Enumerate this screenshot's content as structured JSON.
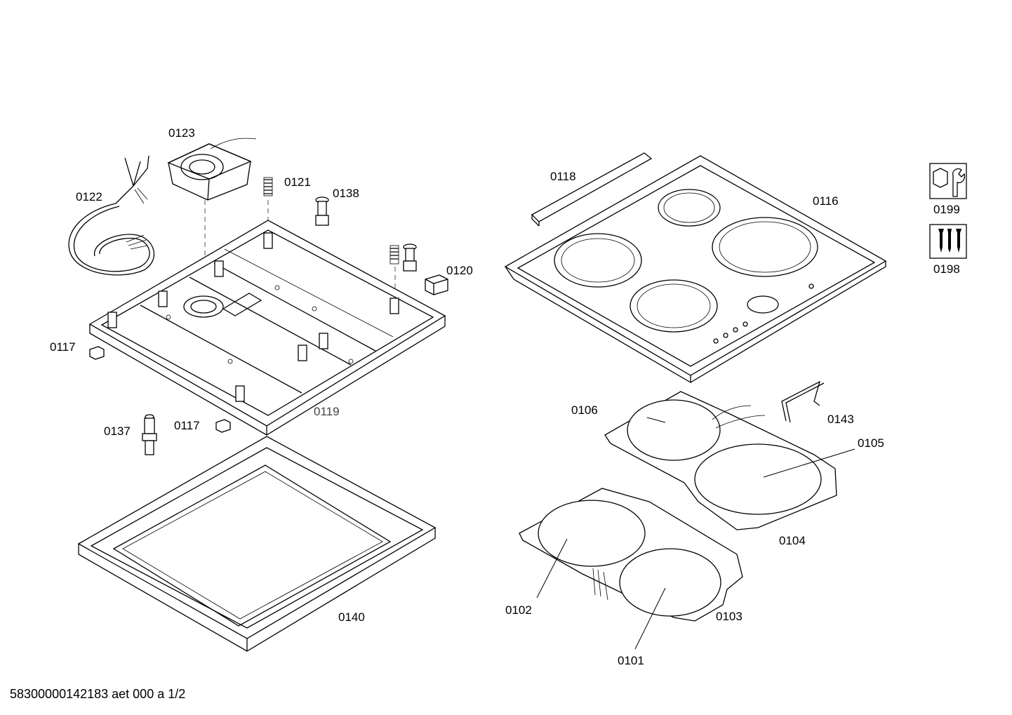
{
  "footer": {
    "doc_code": "58300000142183 aet 000 a 1/2"
  },
  "labels": {
    "p0101": "0101",
    "p0102": "0102",
    "p0103": "0103",
    "p0104": "0104",
    "p0105": "0105",
    "p0106": "0106",
    "p0116": "0116",
    "p0117a": "0117",
    "p0117b": "0117",
    "p0118": "0118",
    "p0119": "0119",
    "p0120": "0120",
    "p0121": "0121",
    "p0122": "0122",
    "p0123": "0123",
    "p0137": "0137",
    "p0138": "0138",
    "p0140": "0140",
    "p0143": "0143",
    "p0198": "0198",
    "p0199": "0199"
  },
  "icons": {
    "service_tool": "wrench-nut-icon",
    "screws": "screws-icon"
  }
}
